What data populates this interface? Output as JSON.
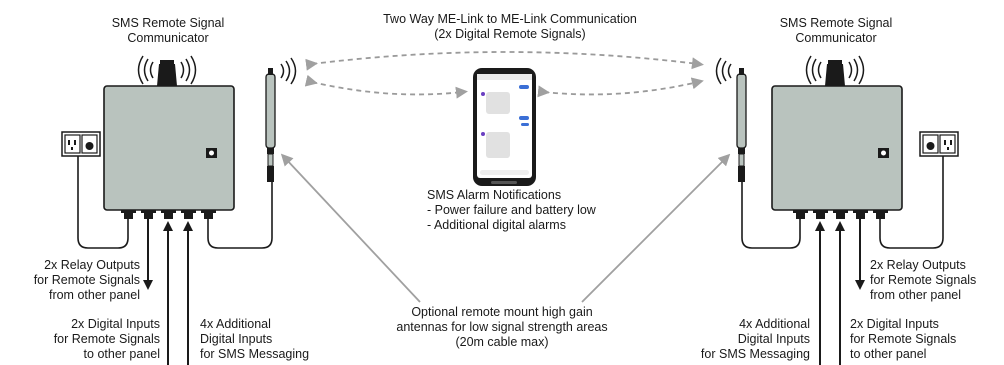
{
  "left_unit": {
    "title": [
      "SMS Remote Signal",
      "Communicator"
    ],
    "relay_outputs": [
      "2x Relay Outputs",
      "for Remote Signals",
      "from other panel"
    ],
    "digital_inputs": [
      "2x Digital Inputs",
      "for Remote Signals",
      "to other panel"
    ],
    "additional_inputs": [
      "4x Additional",
      "Digital Inputs",
      "for SMS Messaging"
    ]
  },
  "right_unit": {
    "title": [
      "SMS Remote Signal",
      "Communicator"
    ],
    "relay_outputs": [
      "2x Relay Outputs",
      "for Remote Signals",
      "from other panel"
    ],
    "digital_inputs": [
      "2x Digital Inputs",
      "for Remote Signals",
      "to other panel"
    ],
    "additional_inputs": [
      "4x Additional",
      "Digital Inputs",
      "for SMS Messaging"
    ]
  },
  "link": [
    "Two Way ME-Link to ME-Link Communication",
    "(2x Digital Remote Signals)"
  ],
  "sms_alarms": [
    "SMS Alarm Notifications",
    "- Power failure and battery low",
    "- Additional digital alarms"
  ],
  "antenna_note": [
    "Optional remote mount high gain",
    "antennas for low signal strength areas",
    "(20m cable max)"
  ],
  "colors": {
    "enclosure": "#b9c3be",
    "outline": "#1a1a1a",
    "arrow_grey": "#9a9a9a"
  }
}
